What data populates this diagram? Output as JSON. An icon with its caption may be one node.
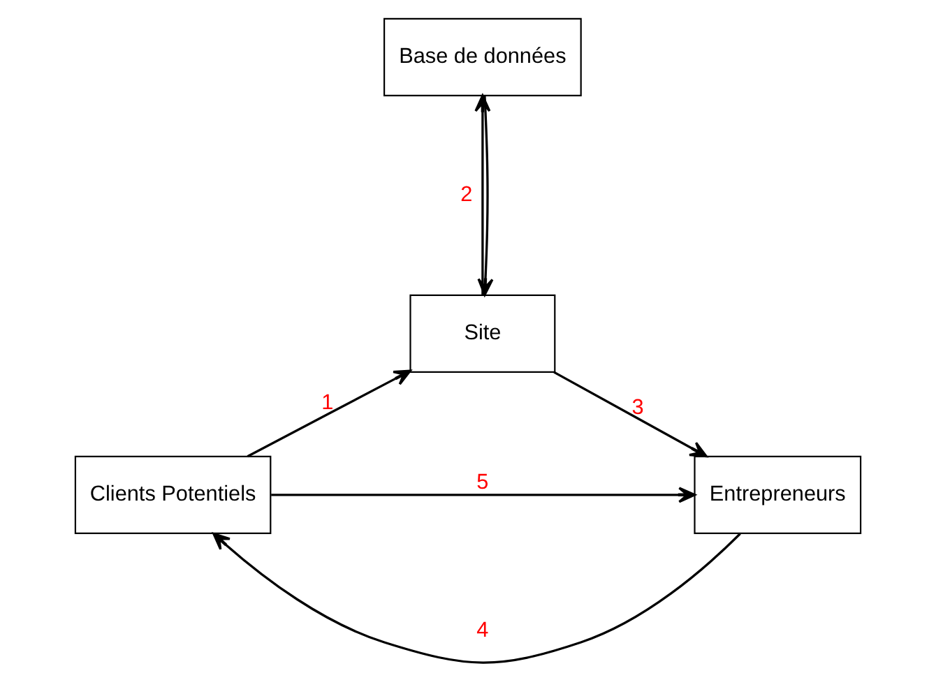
{
  "diagram": {
    "nodes": [
      {
        "text": [
          "Clients Potentiels"
        ]
      },
      {
        "text": [
          "Site"
        ]
      },
      {
        "text": [
          "Entrepreneurs"
        ]
      },
      {
        "text": [
          "Base de données"
        ]
      }
    ],
    "edges": [
      {
        "from": 0,
        "to": 1,
        "arrow": "to",
        "label": "1"
      },
      {
        "from": 1,
        "to": 3,
        "arrow": "to",
        "label": "2"
      },
      {
        "from": 3,
        "to": 1,
        "arrow": "to"
      },
      {
        "from": 1,
        "to": 2,
        "arrow": "to",
        "label": "3"
      },
      {
        "from": 2,
        "to": 0,
        "arrow": "to",
        "label": "4"
      },
      {
        "from": 0,
        "to": 2,
        "arrow": "to",
        "label": "5"
      }
    ]
  }
}
